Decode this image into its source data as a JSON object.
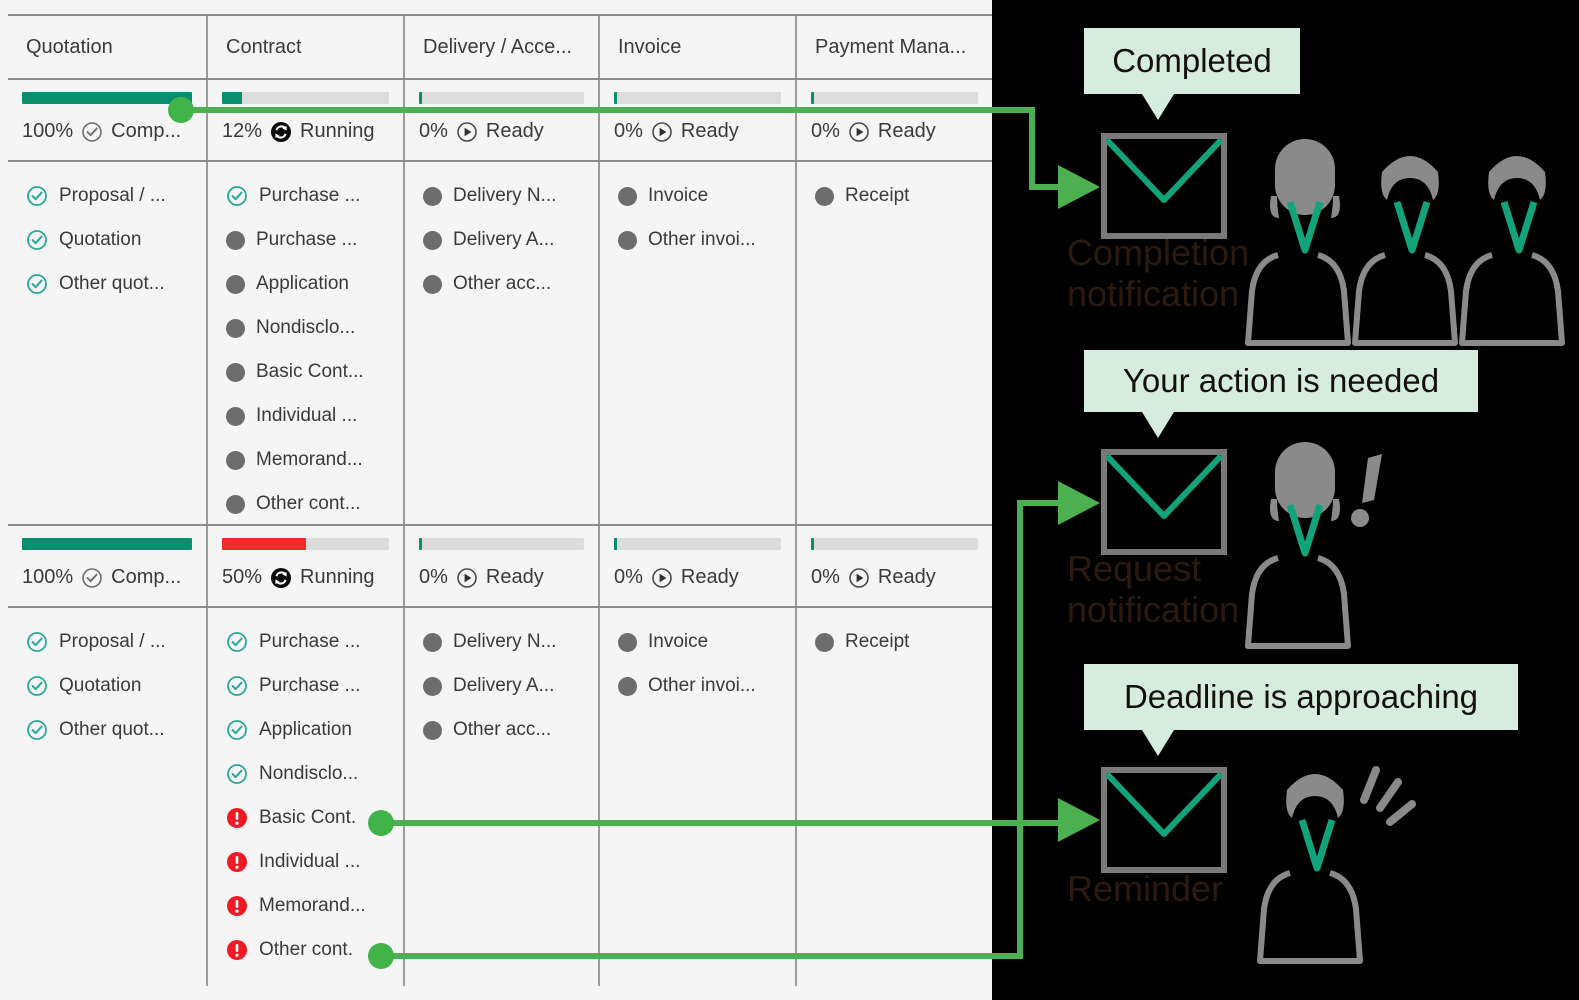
{
  "table": {
    "columns": [
      {
        "header": "Quotation"
      },
      {
        "header": "Contract"
      },
      {
        "header": "Delivery / Acce..."
      },
      {
        "header": "Invoice"
      },
      {
        "header": "Payment Mana..."
      }
    ],
    "rows": [
      {
        "cells": [
          {
            "percent": "100%",
            "progress": 100,
            "progress_color": "#0a8f6e",
            "status": "Comp...",
            "status_icon": "check-circle-grey-icon",
            "items": [
              {
                "label": "Proposal / ...",
                "icon": "check-circle-teal-icon"
              },
              {
                "label": "Quotation",
                "icon": "check-circle-teal-icon"
              },
              {
                "label": "Other quot...",
                "icon": "check-circle-teal-icon"
              }
            ]
          },
          {
            "percent": "12%",
            "progress": 12,
            "progress_color": "#0a8f6e",
            "status": "Running",
            "status_icon": "sync-circle-icon",
            "items": [
              {
                "label": "Purchase ...",
                "icon": "check-circle-teal-icon"
              },
              {
                "label": "Purchase ...",
                "icon": "dot-grey-icon"
              },
              {
                "label": "Application",
                "icon": "dot-grey-icon"
              },
              {
                "label": "Nondisclo...",
                "icon": "dot-grey-icon"
              },
              {
                "label": "Basic Cont...",
                "icon": "dot-grey-icon"
              },
              {
                "label": "Individual ...",
                "icon": "dot-grey-icon"
              },
              {
                "label": "Memorand...",
                "icon": "dot-grey-icon"
              },
              {
                "label": "Other cont...",
                "icon": "dot-grey-icon"
              }
            ]
          },
          {
            "percent": "0%",
            "progress": 2,
            "progress_color": "#0a8f6e",
            "status": "Ready",
            "status_icon": "play-circle-icon",
            "items": [
              {
                "label": "Delivery N...",
                "icon": "dot-grey-icon"
              },
              {
                "label": "Delivery A...",
                "icon": "dot-grey-icon"
              },
              {
                "label": "Other acc...",
                "icon": "dot-grey-icon"
              }
            ]
          },
          {
            "percent": "0%",
            "progress": 2,
            "progress_color": "#0a8f6e",
            "status": "Ready",
            "status_icon": "play-circle-icon",
            "items": [
              {
                "label": "Invoice",
                "icon": "dot-grey-icon"
              },
              {
                "label": "Other invoi...",
                "icon": "dot-grey-icon"
              }
            ]
          },
          {
            "percent": "0%",
            "progress": 2,
            "progress_color": "#0a8f6e",
            "status": "Ready",
            "status_icon": "play-circle-icon",
            "items": [
              {
                "label": "Receipt",
                "icon": "dot-grey-icon"
              }
            ]
          }
        ]
      },
      {
        "cells": [
          {
            "percent": "100%",
            "progress": 100,
            "progress_color": "#0a8f6e",
            "status": "Comp...",
            "status_icon": "check-circle-grey-icon",
            "items": [
              {
                "label": "Proposal / ...",
                "icon": "check-circle-teal-icon"
              },
              {
                "label": "Quotation",
                "icon": "check-circle-teal-icon"
              },
              {
                "label": "Other quot...",
                "icon": "check-circle-teal-icon"
              }
            ]
          },
          {
            "percent": "50%",
            "progress": 50,
            "progress_color": "#ef2b2b",
            "status": "Running",
            "status_icon": "sync-circle-icon",
            "items": [
              {
                "label": "Purchase ...",
                "icon": "check-circle-teal-icon"
              },
              {
                "label": "Purchase ...",
                "icon": "check-circle-teal-icon"
              },
              {
                "label": "Application",
                "icon": "check-circle-teal-icon"
              },
              {
                "label": "Nondisclo...",
                "icon": "check-circle-teal-icon"
              },
              {
                "label": "Basic Cont.",
                "icon": "alert-circle-red-icon"
              },
              {
                "label": "Individual ...",
                "icon": "alert-circle-red-icon"
              },
              {
                "label": "Memorand...",
                "icon": "alert-circle-red-icon"
              },
              {
                "label": "Other cont.",
                "icon": "alert-circle-red-icon"
              }
            ]
          },
          {
            "percent": "0%",
            "progress": 2,
            "progress_color": "#0a8f6e",
            "status": "Ready",
            "status_icon": "play-circle-icon",
            "items": [
              {
                "label": "Delivery N...",
                "icon": "dot-grey-icon"
              },
              {
                "label": "Delivery A...",
                "icon": "dot-grey-icon"
              },
              {
                "label": "Other acc...",
                "icon": "dot-grey-icon"
              }
            ]
          },
          {
            "percent": "0%",
            "progress": 2,
            "progress_color": "#0a8f6e",
            "status": "Ready",
            "status_icon": "play-circle-icon",
            "items": [
              {
                "label": "Invoice",
                "icon": "dot-grey-icon"
              },
              {
                "label": "Other invoi...",
                "icon": "dot-grey-icon"
              }
            ]
          },
          {
            "percent": "0%",
            "progress": 2,
            "progress_color": "#0a8f6e",
            "status": "Ready",
            "status_icon": "play-circle-icon",
            "items": [
              {
                "label": "Receipt",
                "icon": "dot-grey-icon"
              }
            ]
          }
        ]
      }
    ]
  },
  "panel": {
    "background": "#000000",
    "notifications": [
      {
        "callout": "Completed",
        "label": "Completion\nnotification",
        "icon": "envelope-icon",
        "people": 3,
        "badge": "none"
      },
      {
        "callout": "Your action is needed",
        "label": "Request\nnotification",
        "icon": "envelope-icon",
        "people": 1,
        "badge": "exclamation-mark"
      },
      {
        "callout": "Deadline is approaching",
        "label": "Reminder",
        "icon": "envelope-icon",
        "people": 1,
        "badge": "motion-lines"
      }
    ]
  },
  "colors": {
    "accent_green": "#4caf50",
    "teal": "#0a8f6e",
    "red": "#ef2b2b",
    "callout_bg": "#d6ecdf",
    "label_brown": "#2b1a10",
    "grey_icon": "#6d6d6d",
    "panel_bg": "#000000"
  },
  "connectors": [
    {
      "from": "row1-quotation-progress",
      "to": "completion-notification"
    },
    {
      "from": "row2-contract-basic-cont",
      "to": "reminder-notification"
    },
    {
      "from": "row2-contract-other-cont",
      "to": "request-notification"
    }
  ]
}
